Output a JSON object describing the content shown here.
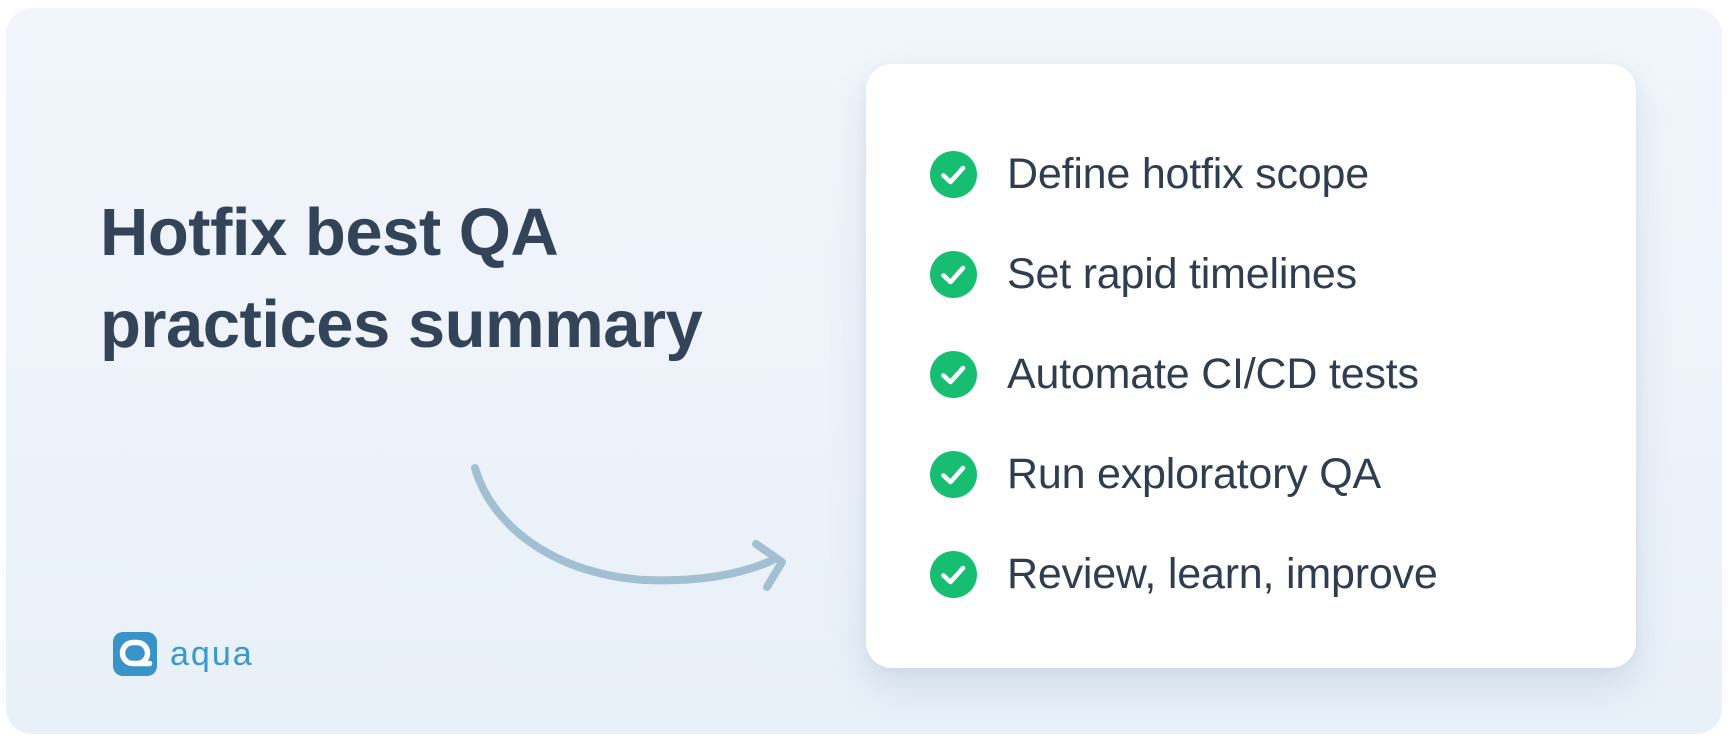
{
  "canvas": {
    "background": "#FFFFFF",
    "panel_background": "#EDF3FA"
  },
  "title": {
    "text": "Hotfix best QA practices summary",
    "line1": "Hotfix best QA",
    "line2": "practices summary",
    "color": "#334459"
  },
  "checklist_card": {
    "background": "#FFFFFF",
    "text_color": "#2F3E4F",
    "check_icon": {
      "name": "check-circle-icon",
      "circle_color": "#17BE71",
      "glyph": "✓",
      "glyph_color": "#FFFFFF"
    },
    "items": [
      {
        "label": "Define hotfix scope"
      },
      {
        "label": "Set rapid timelines"
      },
      {
        "label": "Automate CI/CD tests"
      },
      {
        "label": "Run exploratory QA"
      },
      {
        "label": "Review, learn, improve"
      }
    ]
  },
  "arrow": {
    "name": "curved-arrow-icon",
    "color": "#A3BFD2",
    "direction": "points-right-toward-card"
  },
  "logo": {
    "brand": "aqua",
    "mark_color": "#3793C8",
    "text_color": "#3899CF"
  }
}
